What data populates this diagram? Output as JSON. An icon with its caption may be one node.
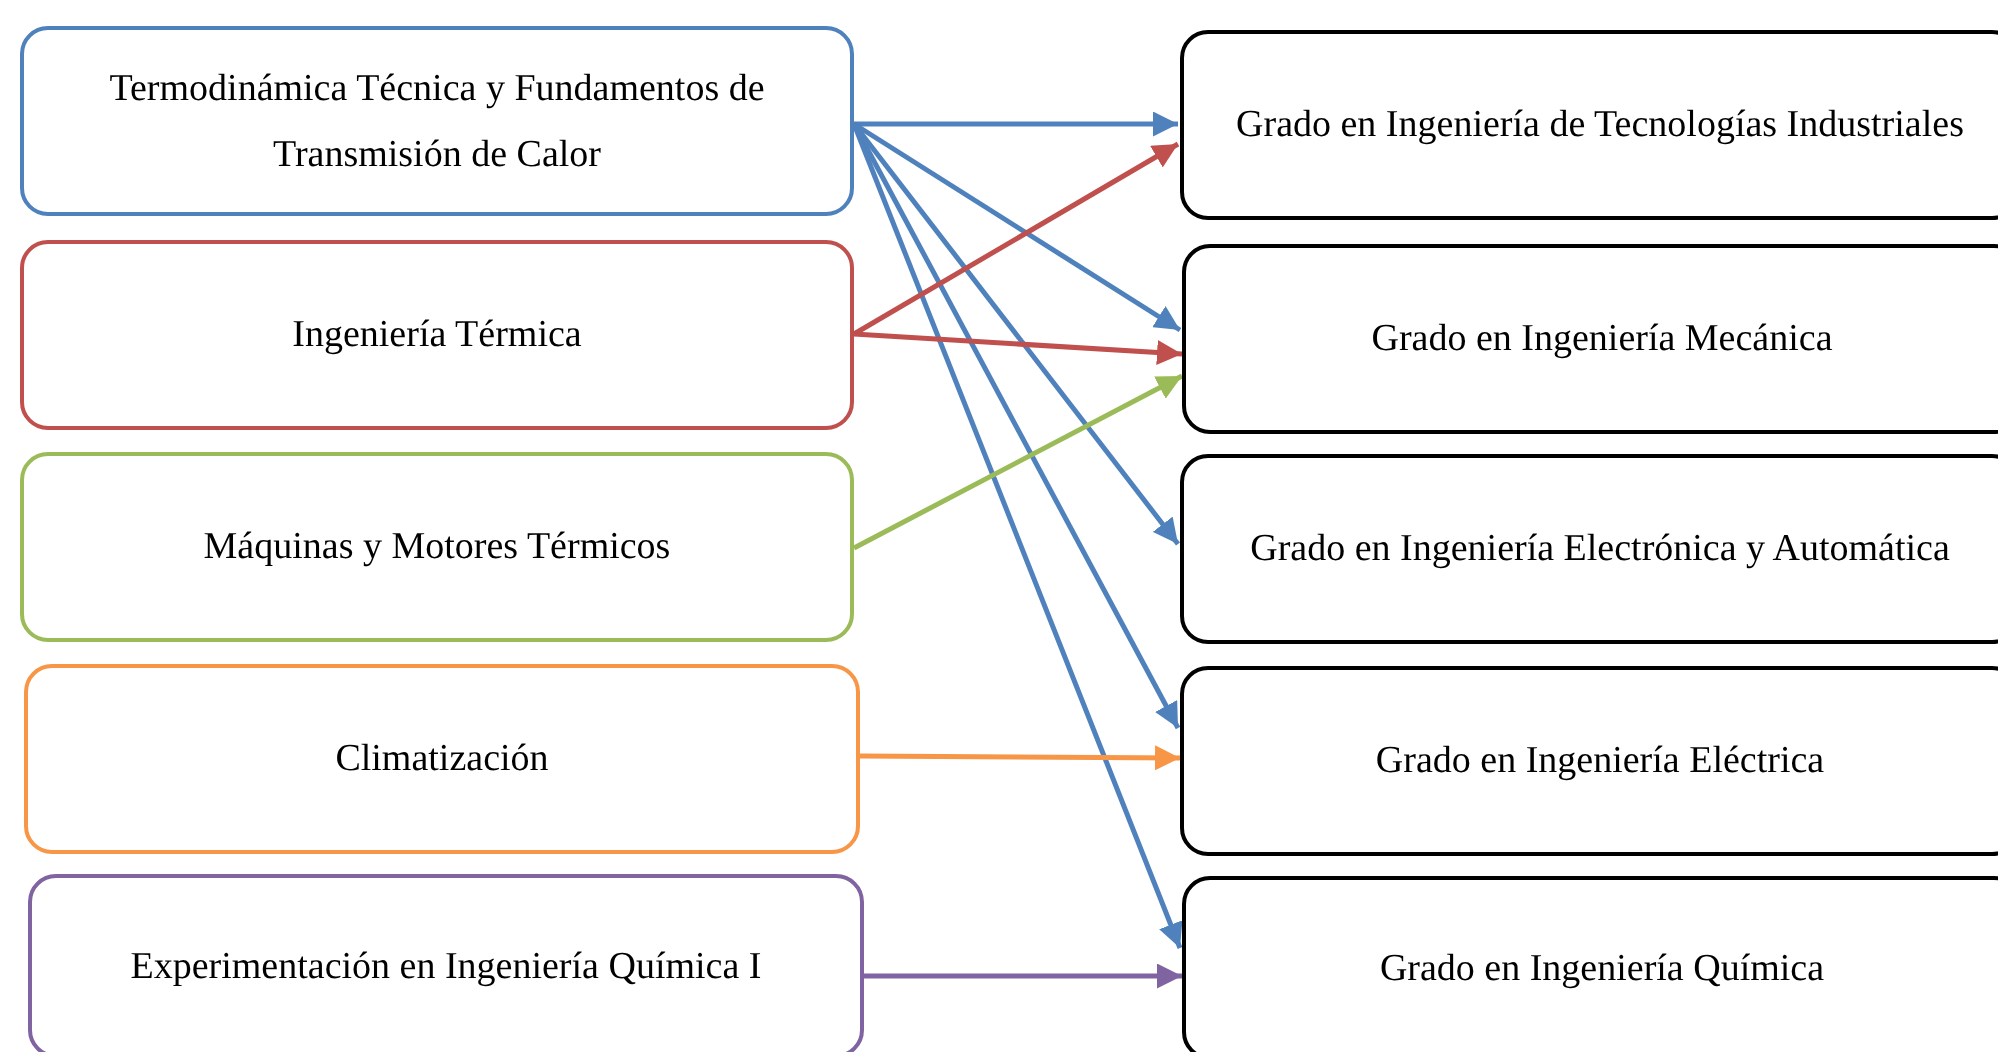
{
  "diagram": {
    "nodes": [
      {
        "text": [
          "Termodinámica Técnica y Fundamentos de Transmisión de Calor"
        ]
      },
      {
        "text": [
          "Ingeniería Térmica"
        ]
      },
      {
        "text": [
          "Máquinas y Motores Térmicos"
        ]
      },
      {
        "text": [
          "Climatización"
        ]
      },
      {
        "text": [
          "Experimentación en Ingeniería Química I"
        ]
      },
      {
        "text": [
          "Grado en Ingeniería de Tecnologías Industriales"
        ]
      },
      {
        "text": [
          "Grado en Ingeniería Mecánica"
        ]
      },
      {
        "text": [
          "Grado en Ingeniería Electrónica y Automática"
        ]
      },
      {
        "text": [
          "Grado en Ingeniería Eléctrica"
        ]
      },
      {
        "text": [
          "Grado en Ingeniería Química"
        ]
      }
    ],
    "edges": [
      {
        "from": 0,
        "to": 5,
        "arrow": "to"
      },
      {
        "from": 0,
        "to": 6,
        "arrow": "to"
      },
      {
        "from": 0,
        "to": 7,
        "arrow": "to"
      },
      {
        "from": 0,
        "to": 8,
        "arrow": "to"
      },
      {
        "from": 0,
        "to": 9,
        "arrow": "to"
      },
      {
        "from": 1,
        "to": 5,
        "arrow": "to",
        "color": "#c0504d"
      },
      {
        "from": 1,
        "to": 6,
        "arrow": "to",
        "color": "#c0504d"
      },
      {
        "from": 2,
        "to": 6,
        "arrow": "to",
        "color": "#9bbb59"
      },
      {
        "from": 3,
        "to": 8,
        "arrow": "to",
        "color": "#f79646"
      },
      {
        "from": 4,
        "to": 9,
        "arrow": "to",
        "color": "#8064a2"
      }
    ]
  }
}
